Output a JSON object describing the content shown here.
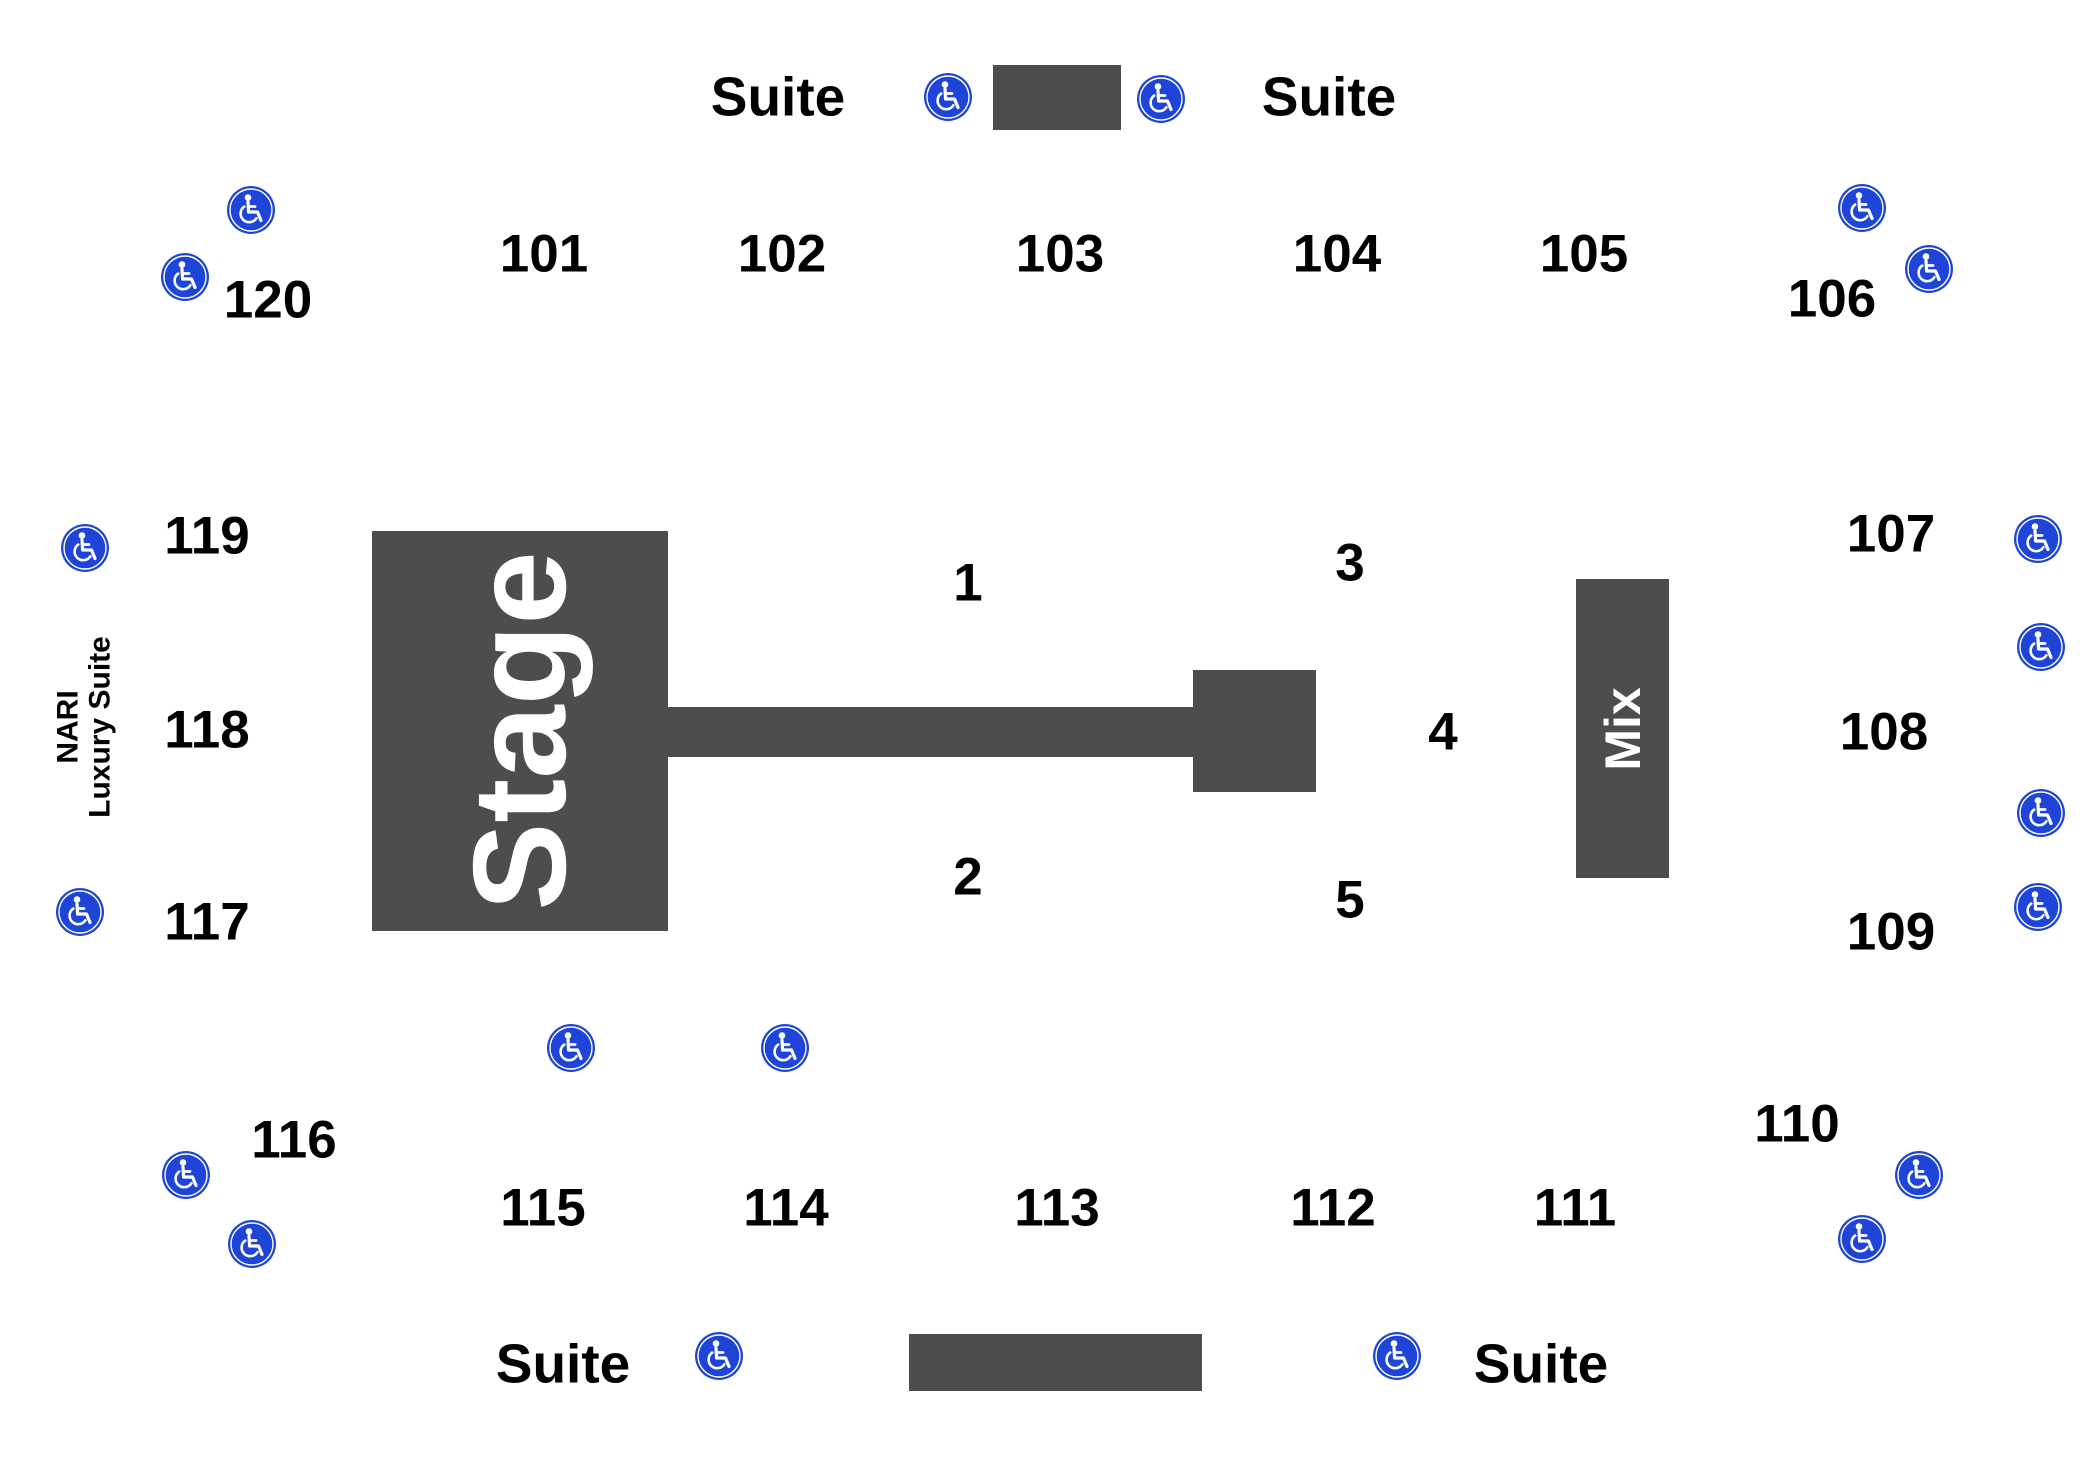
{
  "map": {
    "stage_label": "Stage",
    "mix_label": "Mix",
    "suite_label": "Suite",
    "nari_suite": {
      "line1": "NARI",
      "line2": "Luxury Suite"
    },
    "floor_sections": [
      "1",
      "2",
      "3",
      "4",
      "5"
    ],
    "sections": [
      "101",
      "102",
      "103",
      "104",
      "105",
      "106",
      "107",
      "108",
      "109",
      "110",
      "111",
      "112",
      "113",
      "114",
      "115",
      "116",
      "117",
      "118",
      "119",
      "120"
    ],
    "accessible_icon": "wheelchair-icon",
    "colors": {
      "block": "#4d4d4d",
      "accessible_icon": "#1f45d8",
      "text": "#000000",
      "block_text": "#ffffff"
    }
  }
}
